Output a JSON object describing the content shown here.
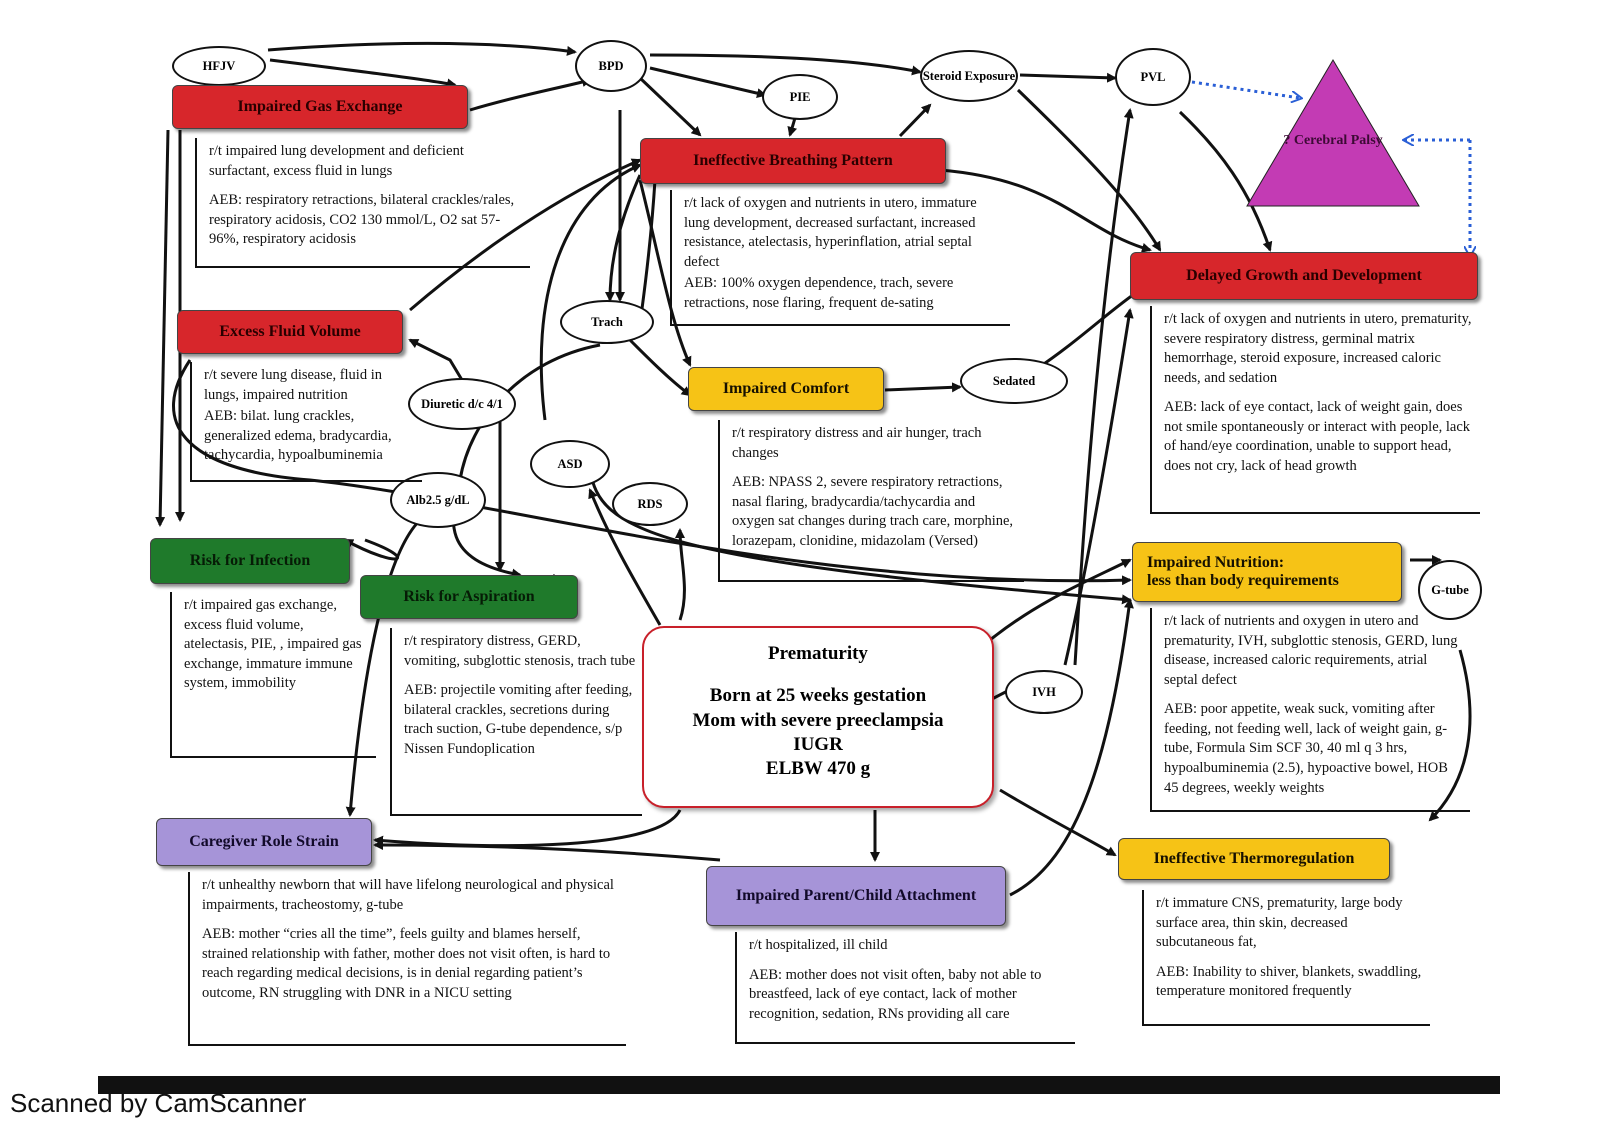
{
  "diagnoses": {
    "gas": {
      "title": "Impaired Gas Exchange",
      "rt": "r/t impaired lung development and deficient surfactant, excess fluid in lungs",
      "aeb": "AEB:  respiratory retractions, bilateral crackles/rales, respiratory acidosis, CO2 130 mmol/L, O2 sat 57-96%, respiratory acidosis"
    },
    "breathing": {
      "title": "Ineffective Breathing Pattern",
      "rt": "r/t lack of oxygen and nutrients in utero, immature lung development, decreased surfactant, increased resistance, atelectasis, hyperinflation, atrial septal defect",
      "aeb": "AEB: 100% oxygen dependence, trach, severe retractions, nose flaring, frequent de-sating"
    },
    "growth": {
      "title": "Delayed Growth and Development",
      "rt": "r/t lack of oxygen and nutrients in utero, prematurity, severe respiratory distress, germinal matrix hemorrhage, steroid exposure, increased caloric needs, and sedation",
      "aeb": "AEB: lack of eye contact, lack of weight gain, does not smile spontaneously or interact with people, lack of hand/eye coordination, unable to support head, does not cry, lack of head growth"
    },
    "fluid": {
      "title": "Excess Fluid Volume",
      "rt": "r/t severe lung disease, fluid in lungs, impaired nutrition",
      "aeb": "AEB: bilat. lung crackles, generalized edema, bradycardia, tachycardia, hypoalbuminemia"
    },
    "comfort": {
      "title": "Impaired Comfort",
      "rt": "r/t respiratory distress and air hunger, trach changes",
      "aeb": "AEB:  NPASS 2, severe respiratory retractions, nasal flaring, bradycardia/tachycardia and oxygen sat changes during trach care, morphine, lorazepam, clonidine, midazolam (Versed)"
    },
    "infection": {
      "title": "Risk for Infection",
      "rt": "r/t impaired gas exchange, excess fluid volume, atelectasis, PIE, , impaired gas exchange, immature immune system, immobility"
    },
    "aspiration": {
      "title": "Risk for Aspiration",
      "rt": "r/t respiratory distress, GERD, vomiting, subglottic stenosis, trach tube",
      "aeb": "AEB: projectile vomiting after feeding, bilateral crackles, secretions during trach suction, G-tube dependence, s/p Nissen Fundoplication"
    },
    "nutrition": {
      "title": "Impaired Nutrition:",
      "title2": "less than body requirements",
      "rt": "r/t lack of nutrients and oxygen in utero and prematurity, IVH, subglottic stenosis, GERD, lung disease, increased caloric requirements, atrial septal defect",
      "aeb": "AEB: poor appetite, weak suck, vomiting after feeding, not feeding well, lack of weight gain, g-tube, Formula Sim SCF 30, 40 ml q 3 hrs, hypoalbuminemia (2.5), hypoactive bowel, HOB 45 degrees, weekly weights"
    },
    "caregiver": {
      "title": "Caregiver Role Strain",
      "rt": "r/t unhealthy newborn that will have lifelong neurological and physical impairments, tracheostomy, g-tube",
      "aeb": "AEB:  mother “cries all the time”, feels guilty and blames herself, strained relationship with father, mother does not visit often, is hard to reach regarding medical decisions, is in denial regarding patient’s outcome, RN struggling with DNR in a NICU setting"
    },
    "attachment": {
      "title": "Impaired Parent/Child Attachment",
      "rt": "r/t hospitalized, ill child",
      "aeb": "AEB: mother does not visit often, baby not able to breastfeed, lack of eye contact, lack of mother recognition, sedation, RNs providing all care"
    },
    "thermo": {
      "title": "Ineffective Thermoregulation",
      "rt": "r/t immature CNS, prematurity, large body surface area, thin skin, decreased subcutaneous fat,",
      "aeb": "AEB:  Inability to shiver, blankets, swaddling, temperature monitored frequently"
    }
  },
  "center": {
    "title": "Prematurity",
    "line1": "Born at 25 weeks gestation",
    "line2": "Mom with severe preeclampsia",
    "line3": "IUGR",
    "line4": "ELBW 470 g"
  },
  "nodes": {
    "hfjv": "HFJV",
    "bpd": "BPD",
    "pie": "PIE",
    "steroid": "Steroid Exposure",
    "pvl": "PVL",
    "trach": "Trach",
    "diuretic": "Diuretic d/c 4/1",
    "asd": "ASD",
    "rds": "RDS",
    "alb": "Alb2.5 g/dL",
    "sedated": "Sedated",
    "ivh": "IVH",
    "gtube": "G-tube"
  },
  "triangle": {
    "label": "? Cerebral Palsy",
    "color": "#c33bb4"
  },
  "colors": {
    "red": "#d7262b",
    "green": "#1f7a2b",
    "yellow": "#f6c316",
    "purple": "#a694d8",
    "center_border": "#c8202a",
    "dotted_arrow": "#2a5fd6"
  },
  "footer": "Scanned by CamScanner"
}
